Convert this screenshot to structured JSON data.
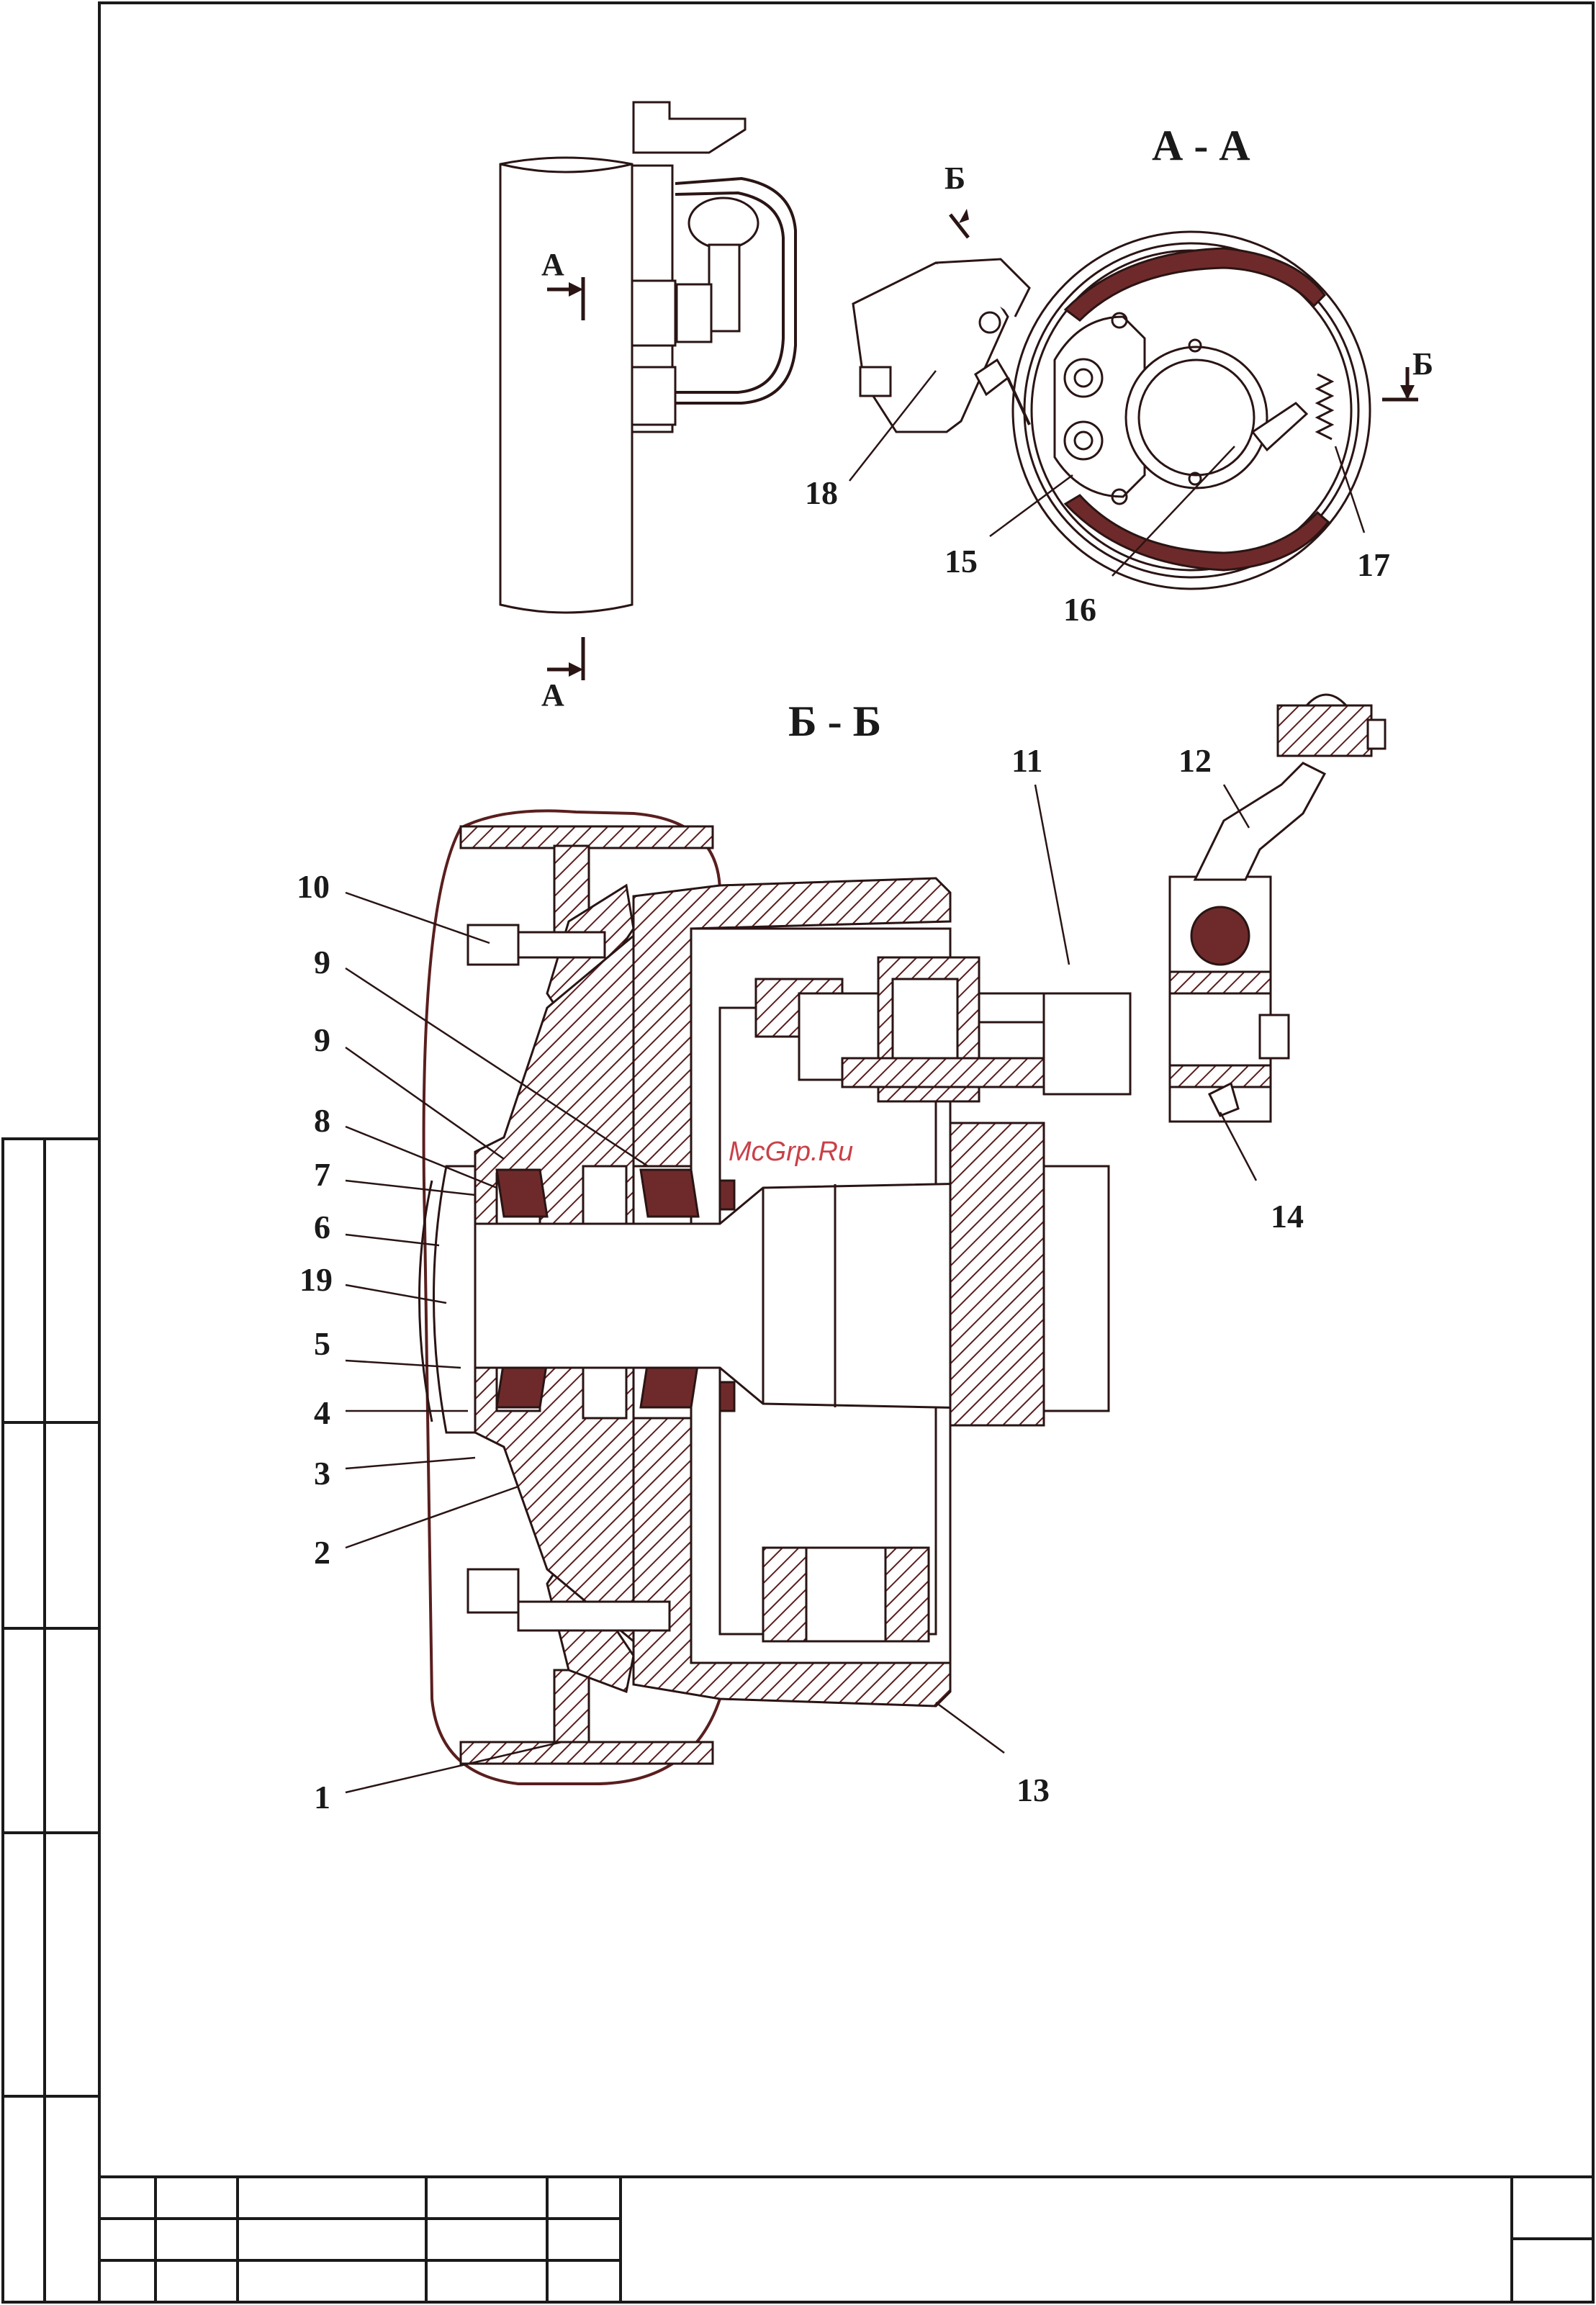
{
  "views": {
    "section_aa": "А - А",
    "section_bb": "Б - Б"
  },
  "cut_marks": {
    "a_top": "А",
    "a_bottom": "А",
    "b_top": "Б",
    "b_right": "Б"
  },
  "callouts": {
    "c1": "1",
    "c2": "2",
    "c3": "3",
    "c4": "4",
    "c5": "5",
    "c6": "6",
    "c7": "7",
    "c8": "8",
    "c9a": "9",
    "c9b": "9",
    "c10": "10",
    "c11": "11",
    "c12": "12",
    "c13": "13",
    "c14": "14",
    "c15": "15",
    "c16": "16",
    "c17": "17",
    "c18": "18",
    "c19": "19"
  },
  "watermark": "McGrp.Ru",
  "colors": {
    "line": "#2a1414",
    "section_fill": "#6e2a2a",
    "watermark": "#c0202a"
  }
}
